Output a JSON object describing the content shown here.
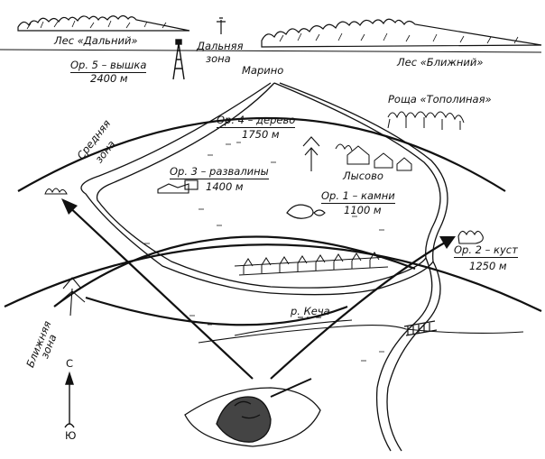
{
  "labels": {
    "forest_far": "Лес «Дальний»",
    "far_zone_line1": "Дальняя",
    "far_zone_line2": "зона",
    "forest_near": "Лес «Ближний»",
    "marino": "Марино",
    "grove": "Роща «Тополиная»",
    "middle_zone_line1": "Средняя",
    "middle_zone_line2": "зона",
    "near_zone_line1": "Ближняя",
    "near_zone_line2": "зона",
    "lysovo": "Лысово",
    "river": "р. Кеча",
    "north": "С",
    "south": "Ю"
  },
  "landmarks": [
    {
      "name": "Ор. 5 – вышка",
      "distance": "2400 м"
    },
    {
      "name": "Ор. 4 – дерево",
      "distance": "1750 м"
    },
    {
      "name": "Ор. 3 – развалины",
      "distance": "1400 м"
    },
    {
      "name": "Ор. 1 – камни",
      "distance": "1100 м"
    },
    {
      "name": "Ор. 2 – куст",
      "distance": "1250 м"
    }
  ]
}
